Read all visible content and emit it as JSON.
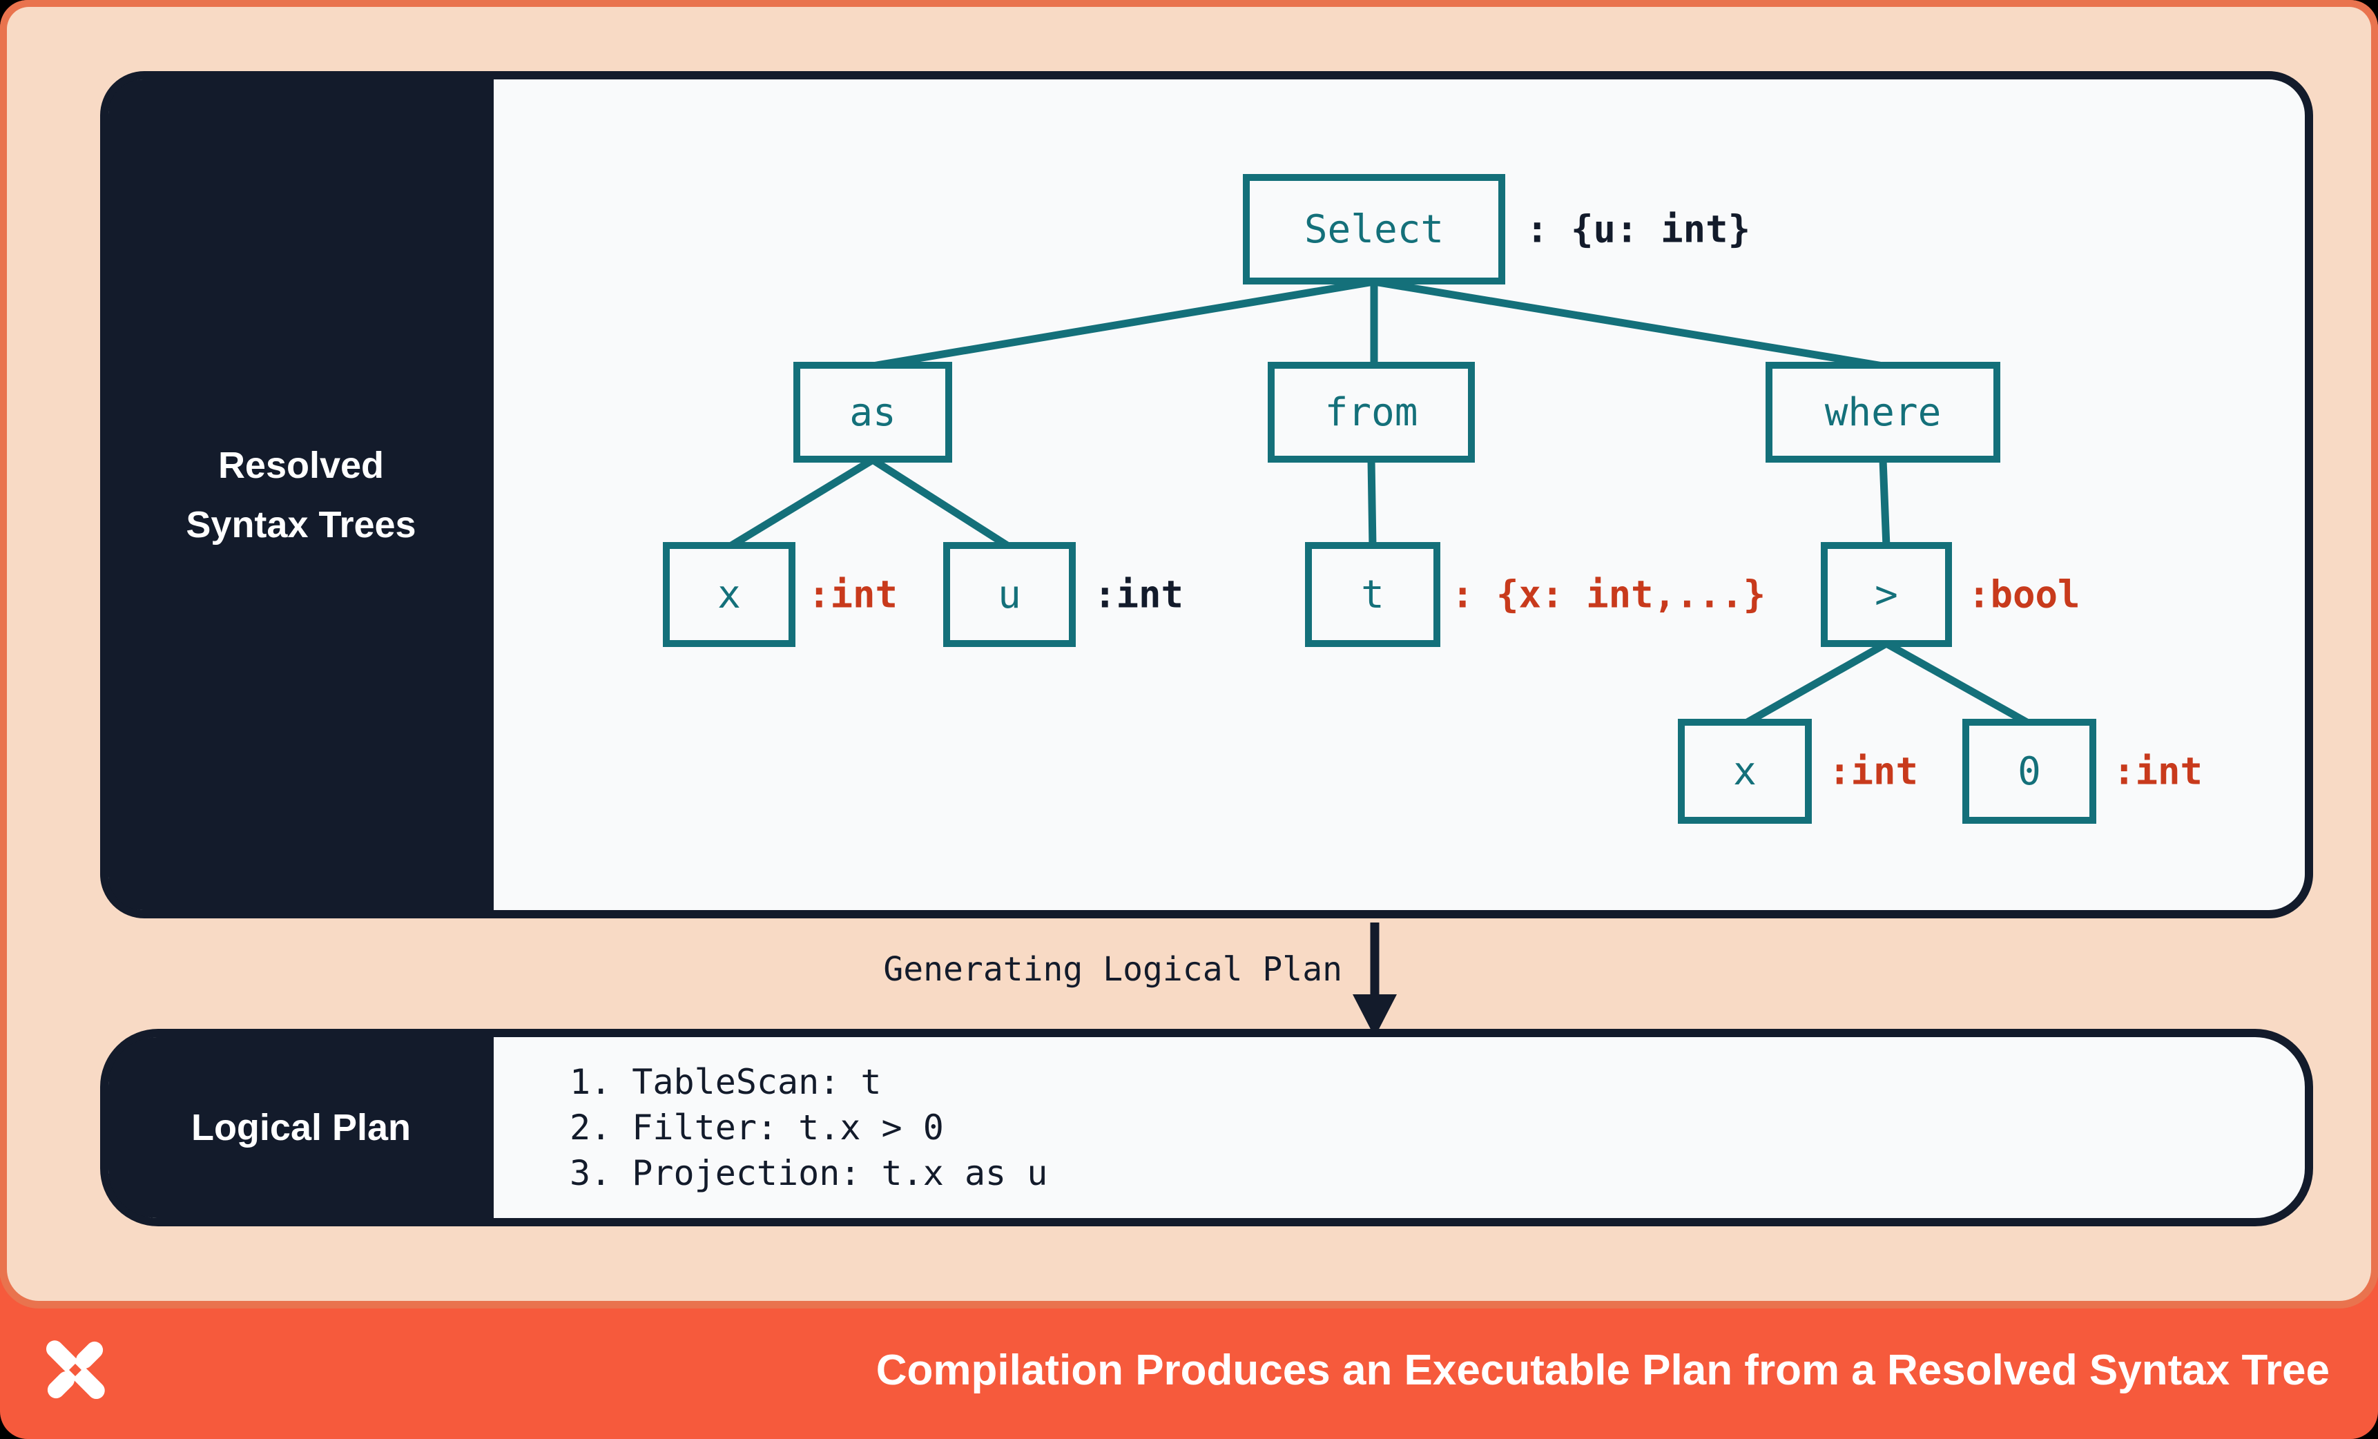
{
  "colors": {
    "page_border_orange": "#E9734E",
    "canvas_peach": "#F8DAC5",
    "panel_navy": "#131B2B",
    "panel_white": "#F9FAFB",
    "node_teal": "#14707A",
    "type_annotation_red": "#C83A1C",
    "footer_orange": "#F65A3C",
    "text_white": "#FFFFFF"
  },
  "resolved_panel": {
    "label_lines": [
      "Resolved",
      "Syntax Trees"
    ]
  },
  "tree": {
    "nodes": {
      "select": {
        "label": "Select",
        "annotation": ": {u: int}"
      },
      "as_node": {
        "label": "as"
      },
      "from_node": {
        "label": "from"
      },
      "where_node": {
        "label": "where"
      },
      "x1": {
        "label": "x",
        "annotation": ":int"
      },
      "u": {
        "label": "u",
        "annotation": ":int"
      },
      "t": {
        "label": "t",
        "annotation": ": {x: int,...}"
      },
      "gt": {
        "label": ">",
        "annotation": ":bool"
      },
      "x2": {
        "label": "x",
        "annotation": ":int"
      },
      "zero": {
        "label": "0",
        "annotation": ":int"
      }
    }
  },
  "transition": {
    "label": "Generating Logical Plan"
  },
  "logical_panel": {
    "label": "Logical Plan",
    "steps": [
      "1. TableScan: t",
      "2. Filter: t.x > 0",
      "3. Projection: t.x as u"
    ]
  },
  "footer": {
    "title": "Compilation Produces an Executable Plan from a Resolved Syntax Tree",
    "logo_icon": "pinwheel-x-logo"
  }
}
